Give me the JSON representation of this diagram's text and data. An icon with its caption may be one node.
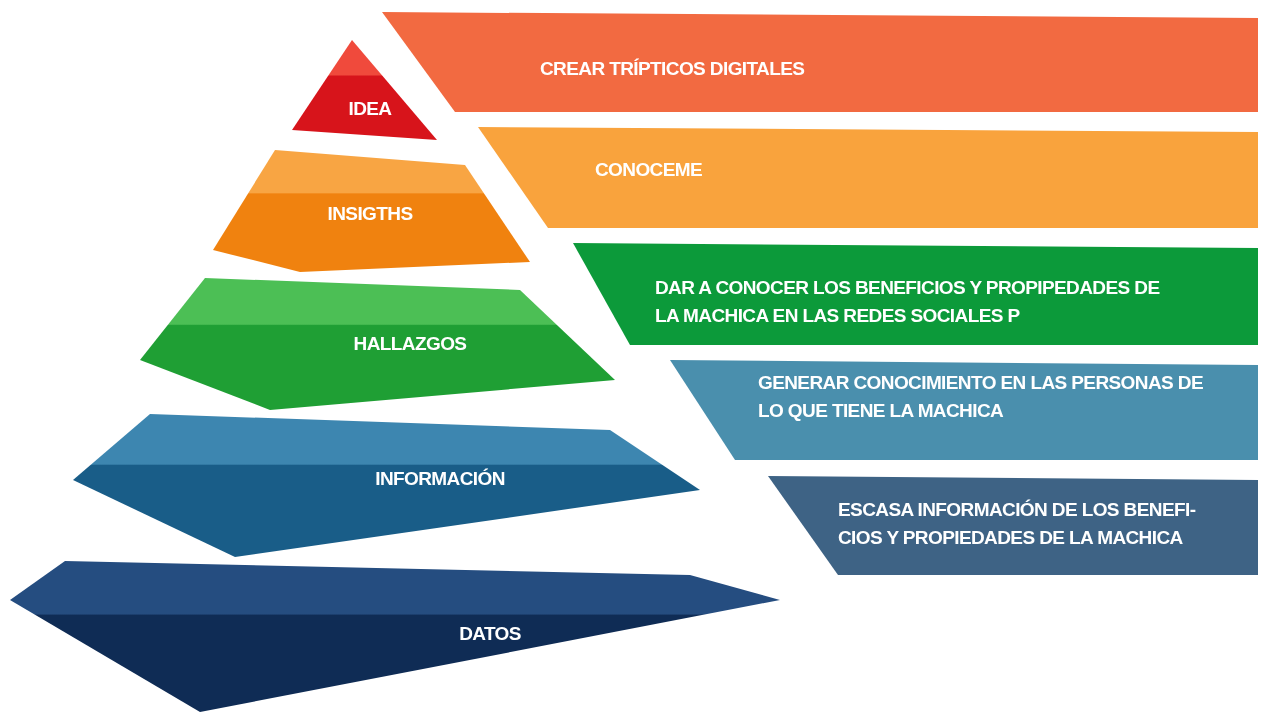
{
  "diagram": {
    "nodes": [
      {
        "text": [
          "IDEA"
        ]
      },
      {
        "text": [
          "INSIGTHS"
        ]
      },
      {
        "text": [
          "HALLAZGOS"
        ]
      },
      {
        "text": [
          "INFORMACIÓN"
        ]
      },
      {
        "text": [
          "DATOS"
        ]
      },
      {
        "text": [
          "CREAR TRÍPTICOS DIGITALES"
        ]
      },
      {
        "text": [
          "CONOCEME"
        ]
      },
      {
        "text": [
          "DAR A CONOCER LOS BENEFICIOS Y PROPIPEDADES DE LA MACHICA EN LAS REDES SOCIALES P"
        ]
      },
      {
        "text": [
          "GENERAR CONOCIMIENTO EN LAS PERSONAS DE LO QUE TIENE LA MACHICA"
        ]
      },
      {
        "text": [
          "ESCASA INFORMACIÓN DE LOS BENEFI- CIOS Y PROPIEDADES DE LA MACHICA"
        ]
      }
    ]
  }
}
